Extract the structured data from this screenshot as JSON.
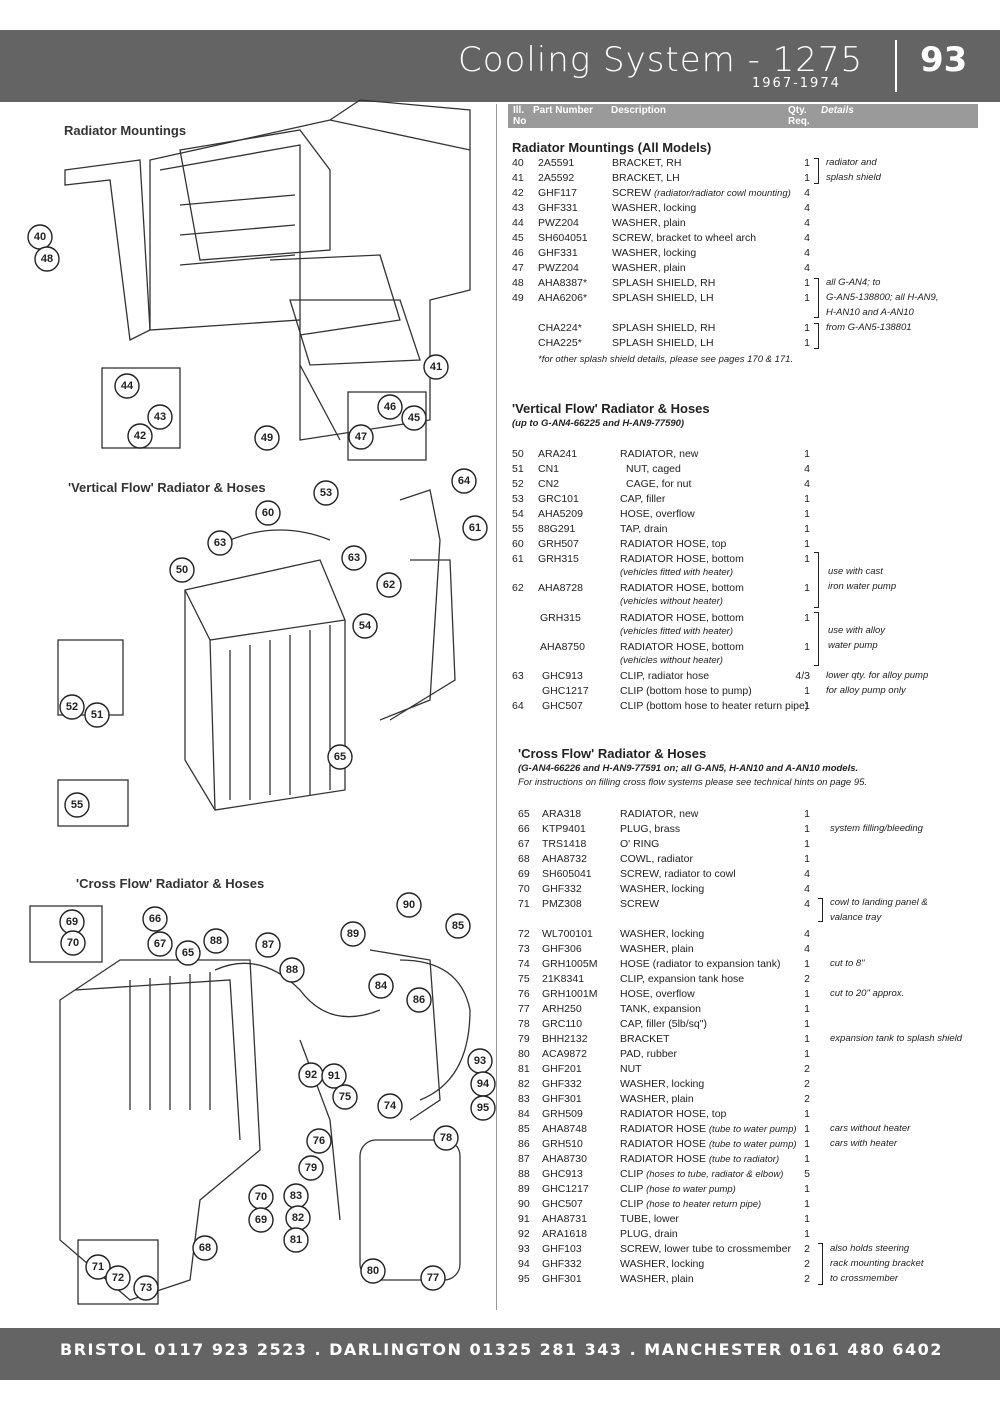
{
  "header": {
    "title": "Cooling System - 1275",
    "years": "1967-1974",
    "page_number": "93"
  },
  "columns": {
    "ill_no": "Ill. No",
    "part_number": "Part Number",
    "description": "Description",
    "qty": "Qty. Req.",
    "details": "Details"
  },
  "diagram_labels": {
    "radiator_mountings": "Radiator Mountings",
    "vertical_flow": "'Vertical Flow' Radiator & Hoses",
    "cross_flow": "'Cross Flow' Radiator & Hoses"
  },
  "callouts": {
    "radiator_mountings": [
      "40",
      "48",
      "44",
      "43",
      "42",
      "49",
      "41",
      "46",
      "45",
      "47"
    ],
    "vertical_flow": [
      "53",
      "64",
      "60",
      "63",
      "61",
      "50",
      "63",
      "62",
      "54",
      "52",
      "51",
      "65",
      "55"
    ],
    "cross_flow": [
      "90",
      "85",
      "69",
      "66",
      "67",
      "88",
      "87",
      "89",
      "70",
      "65",
      "84",
      "86",
      "88",
      "92",
      "91",
      "93",
      "94",
      "95",
      "75",
      "74",
      "76",
      "78",
      "79",
      "83",
      "82",
      "81",
      "80",
      "77",
      "70",
      "69",
      "68",
      "71",
      "72",
      "73"
    ]
  },
  "sections": [
    {
      "title": "Radiator Mountings (All Models)",
      "rows": [
        {
          "ill": "40",
          "part": "2A5591",
          "desc": "BRACKET, RH",
          "qty": "1",
          "details": ""
        },
        {
          "ill": "41",
          "part": "2A5592",
          "desc": "BRACKET, LH",
          "qty": "1",
          "details": ""
        },
        {
          "ill": "42",
          "part": "GHF117",
          "desc": "SCREW",
          "desc_note": "(radiator/radiator cowl mounting)",
          "qty": "4",
          "details": ""
        },
        {
          "ill": "43",
          "part": "GHF331",
          "desc": "WASHER, locking",
          "qty": "4",
          "details": ""
        },
        {
          "ill": "44",
          "part": "PWZ204",
          "desc": "WASHER, plain",
          "qty": "4",
          "details": ""
        },
        {
          "ill": "45",
          "part": "SH604051",
          "desc": "SCREW, bracket to wheel arch",
          "qty": "4",
          "details": ""
        },
        {
          "ill": "46",
          "part": "GHF331",
          "desc": "WASHER, locking",
          "qty": "4",
          "details": ""
        },
        {
          "ill": "47",
          "part": "PWZ204",
          "desc": "WASHER, plain",
          "qty": "4",
          "details": ""
        },
        {
          "ill": "48",
          "part": "AHA8387*",
          "desc": "SPLASH SHIELD, RH",
          "qty": "1",
          "details": ""
        },
        {
          "ill": "49",
          "part": "AHA6206*",
          "desc": "SPLASH SHIELD, LH",
          "qty": "1",
          "details": ""
        },
        {
          "ill": "",
          "part": "CHA224*",
          "desc": "SPLASH SHIELD, RH",
          "qty": "1",
          "details": ""
        },
        {
          "ill": "",
          "part": "CHA225*",
          "desc": "SPLASH SHIELD, LH",
          "qty": "1",
          "details": ""
        }
      ],
      "braces": [
        {
          "lines": [
            "radiator and",
            "splash shield"
          ]
        },
        {
          "lines": [
            "all G-AN4; to",
            "G-AN5-138800; all H-AN9,",
            "H-AN10 and A-AN10"
          ]
        },
        {
          "lines": [
            "from G-AN5-138801"
          ]
        }
      ],
      "footnote": "*for other splash shield details, please see pages 170 & 171."
    },
    {
      "title": "'Vertical Flow' Radiator & Hoses",
      "subtitle": "(up to G-AN4-66225 and H-AN9-77590)",
      "rows": [
        {
          "ill": "50",
          "part": "ARA241",
          "desc": "RADIATOR, new",
          "qty": "1",
          "details": ""
        },
        {
          "ill": "51",
          "part": "CN1",
          "desc": "NUT, caged",
          "qty": "4",
          "details": ""
        },
        {
          "ill": "52",
          "part": "CN2",
          "desc": "CAGE, for nut",
          "qty": "4",
          "details": ""
        },
        {
          "ill": "53",
          "part": "GRC101",
          "desc": "CAP, filler",
          "qty": "1",
          "details": ""
        },
        {
          "ill": "54",
          "part": "AHA5209",
          "desc": "HOSE, overflow",
          "qty": "1",
          "details": ""
        },
        {
          "ill": "55",
          "part": "88G291",
          "desc": "TAP, drain",
          "qty": "1",
          "details": ""
        },
        {
          "ill": "60",
          "part": "GRH507",
          "desc": "RADIATOR HOSE, top",
          "qty": "1",
          "details": ""
        },
        {
          "ill": "61",
          "part": "GRH315",
          "desc": "RADIATOR HOSE, bottom",
          "sub": "(vehicles fitted with heater)",
          "qty": "1",
          "details": ""
        },
        {
          "ill": "62",
          "part": "AHA8728",
          "desc": "RADIATOR HOSE, bottom",
          "sub": "(vehicles without heater)",
          "qty": "1",
          "details": ""
        },
        {
          "ill": "",
          "part": "GRH315",
          "desc": "RADIATOR HOSE, bottom",
          "sub": "(vehicles fitted with heater)",
          "qty": "1",
          "details": ""
        },
        {
          "ill": "",
          "part": "AHA8750",
          "desc": "RADIATOR HOSE, bottom",
          "sub": "(vehicles without heater)",
          "qty": "1",
          "details": ""
        },
        {
          "ill": "63",
          "part": "GHC913",
          "desc": "CLIP, radiator hose",
          "qty": "4/3",
          "details": "lower qty. for alloy pump"
        },
        {
          "ill": "",
          "part": "GHC1217",
          "desc": "CLIP (bottom hose to pump)",
          "qty": "1",
          "details": "for alloy pump only"
        },
        {
          "ill": "64",
          "part": "GHC507",
          "desc": "CLIP (bottom hose to heater return pipe)",
          "qty": "1",
          "details": ""
        }
      ],
      "braces": [
        {
          "lines": [
            "use with cast",
            "iron water pump"
          ]
        },
        {
          "lines": [
            "use with alloy",
            "water pump"
          ]
        }
      ]
    },
    {
      "title": "'Cross Flow' Radiator & Hoses",
      "subtitle": "(G-AN4-66226 and H-AN9-77591 on; all G-AN5, H-AN10 and A-AN10 models.",
      "note": "For instructions on filling cross flow systems please see technical hints on page 95.",
      "rows": [
        {
          "ill": "65",
          "part": "ARA318",
          "desc": "RADIATOR, new",
          "qty": "1",
          "details": ""
        },
        {
          "ill": "66",
          "part": "KTP9401",
          "desc": "PLUG, brass",
          "qty": "1",
          "details": "system filling/bleeding"
        },
        {
          "ill": "67",
          "part": "TRS1418",
          "desc": "O' RING",
          "qty": "1",
          "details": ""
        },
        {
          "ill": "68",
          "part": "AHA8732",
          "desc": "COWL, radiator",
          "qty": "1",
          "details": ""
        },
        {
          "ill": "69",
          "part": "SH605041",
          "desc": "SCREW, radiator to cowl",
          "qty": "4",
          "details": ""
        },
        {
          "ill": "70",
          "part": "GHF332",
          "desc": "WASHER, locking",
          "qty": "4",
          "details": ""
        },
        {
          "ill": "71",
          "part": "PMZ308",
          "desc": "SCREW",
          "qty": "4",
          "details": ""
        },
        {
          "ill": "72",
          "part": "WL700101",
          "desc": "WASHER, locking",
          "qty": "4",
          "details": ""
        },
        {
          "ill": "73",
          "part": "GHF306",
          "desc": "WASHER, plain",
          "qty": "4",
          "details": ""
        },
        {
          "ill": "74",
          "part": "GRH1005M",
          "desc": "HOSE (radiator to expansion tank)",
          "qty": "1",
          "details": "cut to 8\""
        },
        {
          "ill": "75",
          "part": "21K8341",
          "desc": "CLIP, expansion tank hose",
          "qty": "2",
          "details": ""
        },
        {
          "ill": "76",
          "part": "GRH1001M",
          "desc": "HOSE, overflow",
          "qty": "1",
          "details": "cut to 20\" approx."
        },
        {
          "ill": "77",
          "part": "ARH250",
          "desc": "TANK, expansion",
          "qty": "1",
          "details": ""
        },
        {
          "ill": "78",
          "part": "GRC110",
          "desc": "CAP, filler (5lb/sq\")",
          "qty": "1",
          "details": ""
        },
        {
          "ill": "79",
          "part": "BHH2132",
          "desc": "BRACKET",
          "qty": "1",
          "details": "expansion tank to splash shield"
        },
        {
          "ill": "80",
          "part": "ACA9872",
          "desc": "PAD, rubber",
          "qty": "1",
          "details": ""
        },
        {
          "ill": "81",
          "part": "GHF201",
          "desc": "NUT",
          "qty": "2",
          "details": ""
        },
        {
          "ill": "82",
          "part": "GHF332",
          "desc": "WASHER, locking",
          "qty": "2",
          "details": ""
        },
        {
          "ill": "83",
          "part": "GHF301",
          "desc": "WASHER, plain",
          "qty": "2",
          "details": ""
        },
        {
          "ill": "84",
          "part": "GRH509",
          "desc": "RADIATOR HOSE, top",
          "qty": "1",
          "details": ""
        },
        {
          "ill": "85",
          "part": "AHA8748",
          "desc": "RADIATOR HOSE",
          "desc_note": "(tube to water pump)",
          "qty": "1",
          "details": "cars without heater"
        },
        {
          "ill": "86",
          "part": "GRH510",
          "desc": "RADIATOR HOSE",
          "desc_note": "(tube to water pump)",
          "qty": "1",
          "details": "cars with heater"
        },
        {
          "ill": "87",
          "part": "AHA8730",
          "desc": "RADIATOR HOSE",
          "desc_note": "(tube to radiator)",
          "qty": "1",
          "details": ""
        },
        {
          "ill": "88",
          "part": "GHC913",
          "desc": "CLIP",
          "desc_note": "(hoses to tube, radiator & elbow)",
          "qty": "5",
          "details": ""
        },
        {
          "ill": "89",
          "part": "GHC1217",
          "desc": "CLIP",
          "desc_note": "(hose to water pump)",
          "qty": "1",
          "details": ""
        },
        {
          "ill": "90",
          "part": "GHC507",
          "desc": "CLIP",
          "desc_note": "(hose to heater return pipe)",
          "qty": "1",
          "details": ""
        },
        {
          "ill": "91",
          "part": "AHA8731",
          "desc": "TUBE, lower",
          "qty": "1",
          "details": ""
        },
        {
          "ill": "92",
          "part": "ARA1618",
          "desc": "PLUG, drain",
          "qty": "1",
          "details": ""
        },
        {
          "ill": "93",
          "part": "GHF103",
          "desc": "SCREW, lower tube to crossmember",
          "qty": "2",
          "details": ""
        },
        {
          "ill": "94",
          "part": "GHF332",
          "desc": "WASHER, locking",
          "qty": "2",
          "details": ""
        },
        {
          "ill": "95",
          "part": "GHF301",
          "desc": "WASHER, plain",
          "qty": "2",
          "details": ""
        }
      ],
      "braces": [
        {
          "lines": [
            "cowl to landing panel &",
            "valance tray"
          ]
        },
        {
          "lines": [
            "also holds steering",
            "rack mounting bracket",
            "to crossmember"
          ]
        }
      ]
    }
  ],
  "footer": {
    "text": "BRISTOL 0117 923 2523 . DARLINGTON 01325 281 343 . MANCHESTER 0161 480 6402"
  }
}
